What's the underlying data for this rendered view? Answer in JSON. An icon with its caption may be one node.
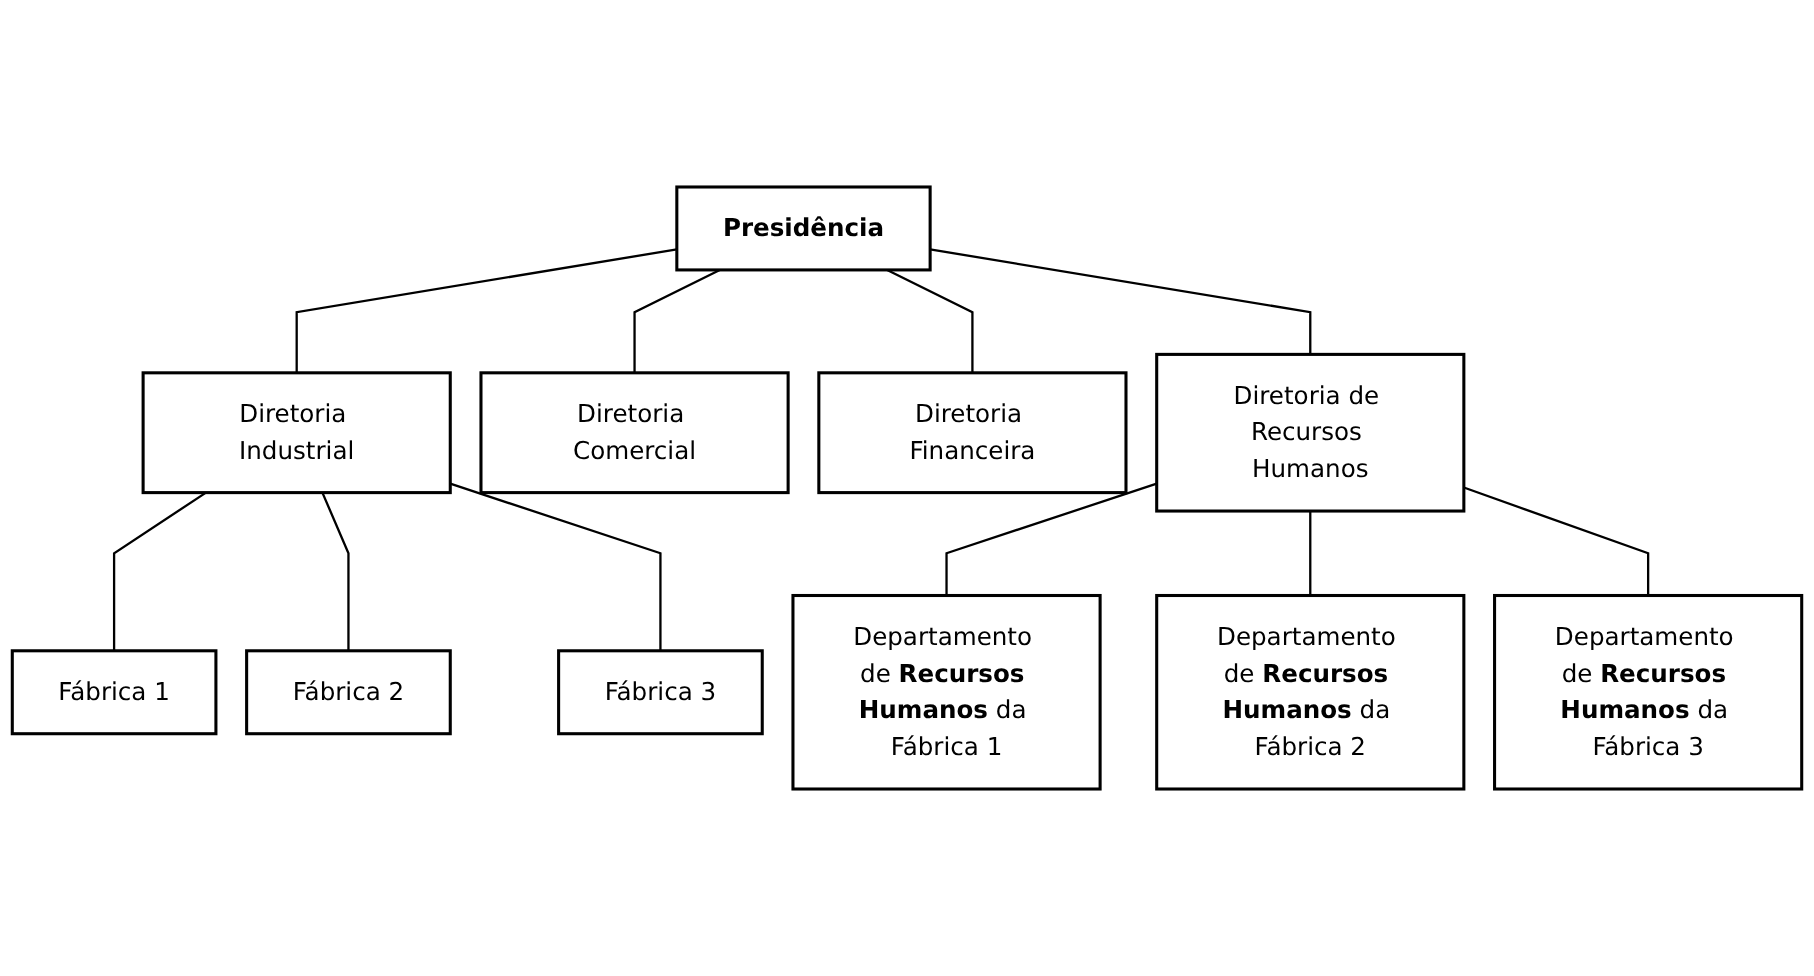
{
  "diagram": {
    "nodes": [
      {
        "text": [
          "Presidência"
        ]
      },
      {
        "text": [
          "Diretoria Industrial"
        ]
      },
      {
        "text": [
          "Diretoria Comercial"
        ]
      },
      {
        "text": [
          "Diretoria Financeira"
        ]
      },
      {
        "text": [
          "Diretoria de Recursos Humanos"
        ]
      },
      {
        "text": [
          "Fábrica 1"
        ]
      },
      {
        "text": [
          "Fábrica 2"
        ]
      },
      {
        "text": [
          "Fábrica 3"
        ]
      },
      {
        "text": [
          "Departamento de **Recursos Humanos** da Fábrica 1"
        ]
      },
      {
        "text": [
          "Departamento de **Recursos Humanos** da Fábrica 2"
        ]
      },
      {
        "text": [
          "Departamento de **Recursos Humanos** da Fábrica 3"
        ]
      }
    ],
    "edges": [
      {
        "from": 0,
        "to": 1,
        "arrow": "none"
      },
      {
        "from": 0,
        "to": 2,
        "arrow": "none"
      },
      {
        "from": 0,
        "to": 3,
        "arrow": "none"
      },
      {
        "from": 0,
        "to": 4,
        "arrow": "none"
      },
      {
        "from": 1,
        "to": 5,
        "arrow": "none"
      },
      {
        "from": 1,
        "to": 6,
        "arrow": "none"
      },
      {
        "from": 1,
        "to": 7,
        "arrow": "none"
      },
      {
        "from": 4,
        "to": 8,
        "arrow": "none"
      },
      {
        "from": 4,
        "to": 9,
        "arrow": "none"
      },
      {
        "from": 4,
        "to": 10,
        "arrow": "none"
      }
    ]
  }
}
